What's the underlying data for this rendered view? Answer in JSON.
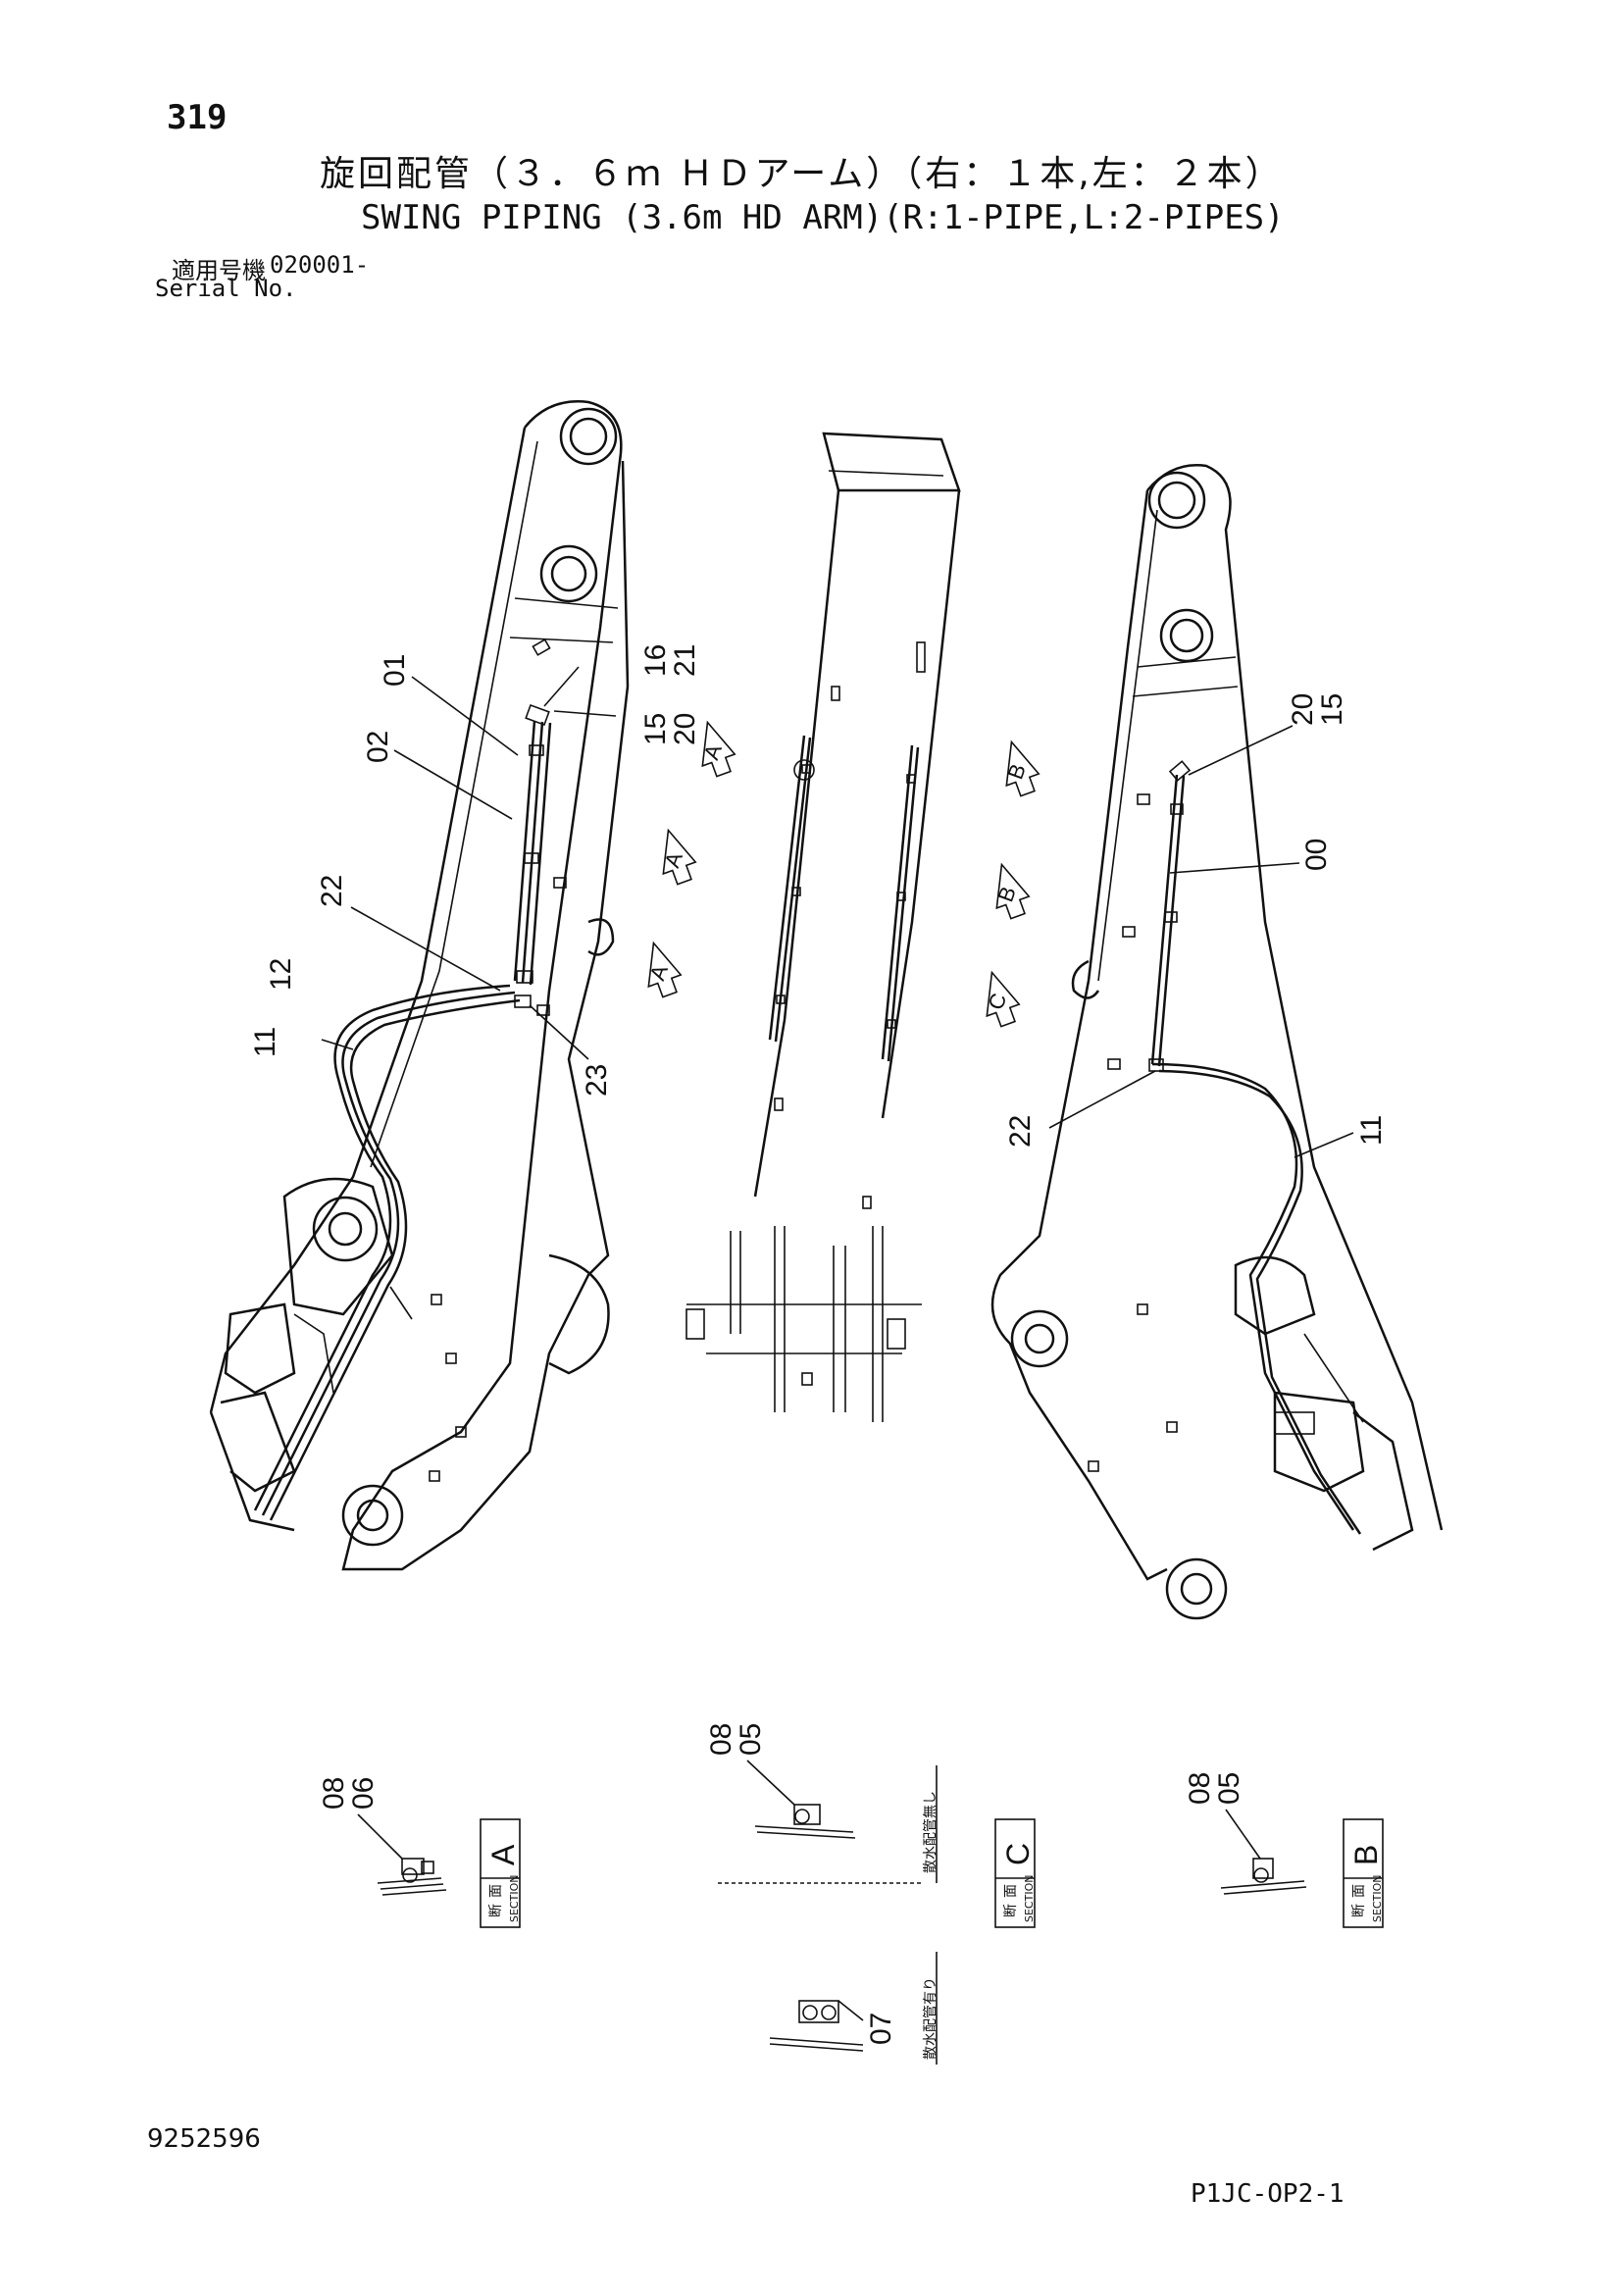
{
  "header": {
    "page_number": "319",
    "title_jp": "旋回配管（３．６ｍ ＨＤアーム）（右：１本,左：２本）",
    "title_en": "SWING PIPING (3.6m HD ARM)(R:1-PIPE,L:2-PIPES)",
    "serial_label_jp": "適用号機",
    "serial_value": "020001-",
    "serial_label_en": "Serial No."
  },
  "callouts": {
    "c01": "01",
    "c02": "02",
    "c16_21": "16\n21",
    "c16": "16",
    "c21": "21",
    "c15": "15",
    "c20": "20",
    "c22": "22",
    "c12": "12",
    "c11": "11",
    "c23": "23",
    "c00": "00",
    "c07": "07",
    "c08": "08",
    "c05": "05",
    "c06": "06"
  },
  "view_arrows": {
    "a": "A",
    "b": "B",
    "c": "C"
  },
  "sections": {
    "section_word": "SECTION",
    "kanji_cut": "断",
    "kanji_face": "面",
    "a_letter": "A",
    "b_letter": "B",
    "c_letter": "C",
    "note_left": "散水配管無し",
    "note_right": "散水配管有り"
  },
  "footer": {
    "document_number": "9252596",
    "page_code": "P1JC-OP2-1"
  }
}
